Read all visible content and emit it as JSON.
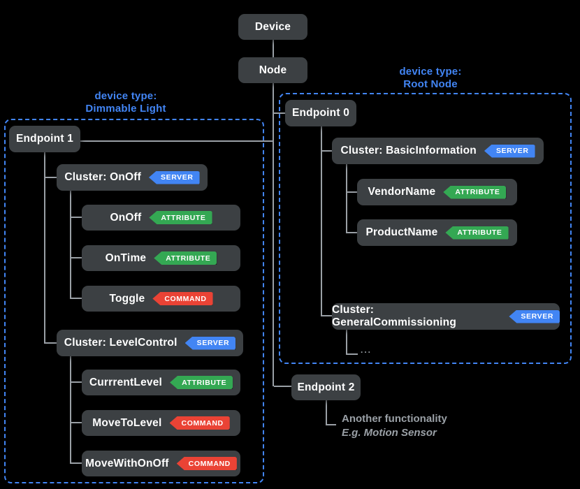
{
  "colors": {
    "background": "#000000",
    "node_box": "#3c4043",
    "node_text": "#ffffff",
    "connector": "#9aa0a6",
    "device_type_accent": "#4285f4",
    "server_badge": "#4285f4",
    "attribute_badge": "#34a853",
    "command_badge": "#ea4335",
    "annotation_text": "#9aa0a6"
  },
  "root": {
    "device": "Device",
    "node": "Node"
  },
  "left_group": {
    "caption1": "device type:",
    "caption2": "Dimmable Light",
    "endpoint": "Endpoint 1",
    "clusters": [
      {
        "label": "Cluster: OnOff",
        "badge": "SERVER",
        "children": [
          {
            "label": "OnOff",
            "badge": "ATTRIBUTE"
          },
          {
            "label": "OnTime",
            "badge": "ATTRIBUTE"
          },
          {
            "label": "Toggle",
            "badge": "COMMAND"
          }
        ]
      },
      {
        "label": "Cluster: LevelControl",
        "badge": "SERVER",
        "children": [
          {
            "label": "CurrrentLevel",
            "badge": "ATTRIBUTE"
          },
          {
            "label": "MoveToLevel",
            "badge": "COMMAND"
          },
          {
            "label": "MoveWithOnOff",
            "badge": "COMMAND"
          }
        ]
      }
    ]
  },
  "right_group": {
    "caption1": "device type:",
    "caption2": "Root Node",
    "endpoint": "Endpoint 0",
    "clusters": [
      {
        "label": "Cluster: BasicInformation",
        "badge": "SERVER",
        "children": [
          {
            "label": "VendorName",
            "badge": "ATTRIBUTE"
          },
          {
            "label": "ProductName",
            "badge": "ATTRIBUTE"
          }
        ]
      },
      {
        "label": "Cluster: GeneralCommissioning",
        "badge": "SERVER",
        "ellipsis": "..."
      }
    ]
  },
  "endpoint2": {
    "label": "Endpoint 2",
    "note_line1": "Another functionality",
    "note_line2": "E.g. Motion Sensor"
  }
}
